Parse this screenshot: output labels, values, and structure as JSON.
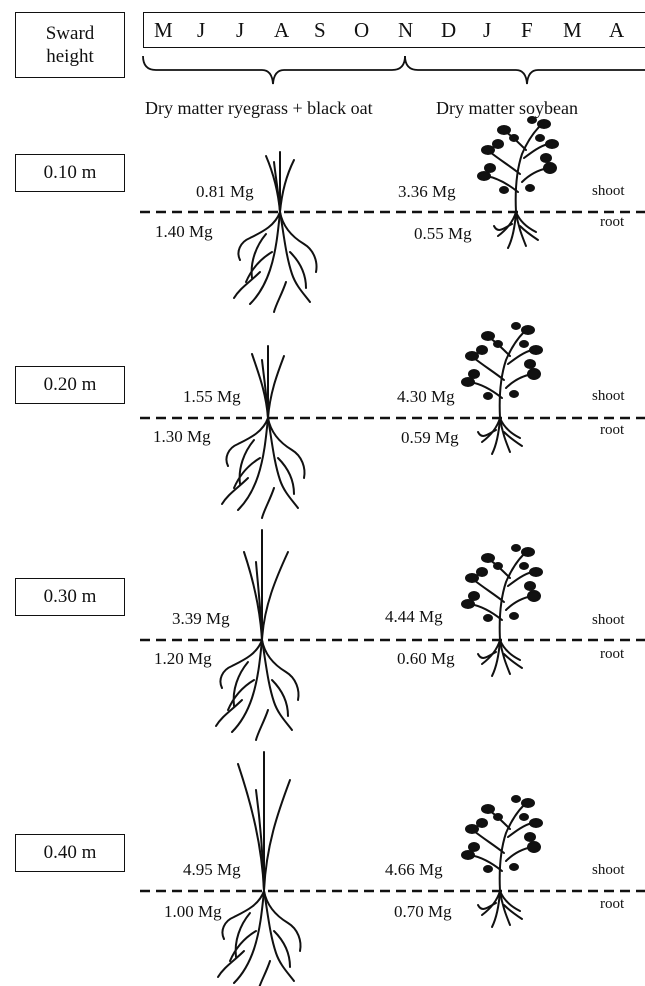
{
  "header": {
    "sward_label_line1": "Sward",
    "sward_label_line2": "height",
    "months": [
      "M",
      "J",
      "J",
      "A",
      "S",
      "O",
      "N",
      "D",
      "J",
      "F",
      "M",
      "A"
    ],
    "ryegrass_label": "Dry matter ryegrass + black oat",
    "soybean_label": "Dry matter soybean"
  },
  "legend": {
    "shoot": "shoot",
    "root": "root"
  },
  "rows": [
    {
      "height": "0.10 m",
      "grass_shoot": "0.81 Mg",
      "grass_root": "1.40 Mg",
      "soy_shoot": "3.36 Mg",
      "soy_root": "0.55 Mg"
    },
    {
      "height": "0.20 m",
      "grass_shoot": "1.55 Mg",
      "grass_root": "1.30 Mg",
      "soy_shoot": "4.30 Mg",
      "soy_root": "0.59 Mg"
    },
    {
      "height": "0.30 m",
      "grass_shoot": "3.39 Mg",
      "grass_root": "1.20 Mg",
      "soy_shoot": "4.44 Mg",
      "soy_root": "0.60 Mg"
    },
    {
      "height": "0.40 m",
      "grass_shoot": "4.95 Mg",
      "grass_root": "1.00 Mg",
      "soy_shoot": "4.66 Mg",
      "soy_root": "0.70 Mg"
    }
  ]
}
